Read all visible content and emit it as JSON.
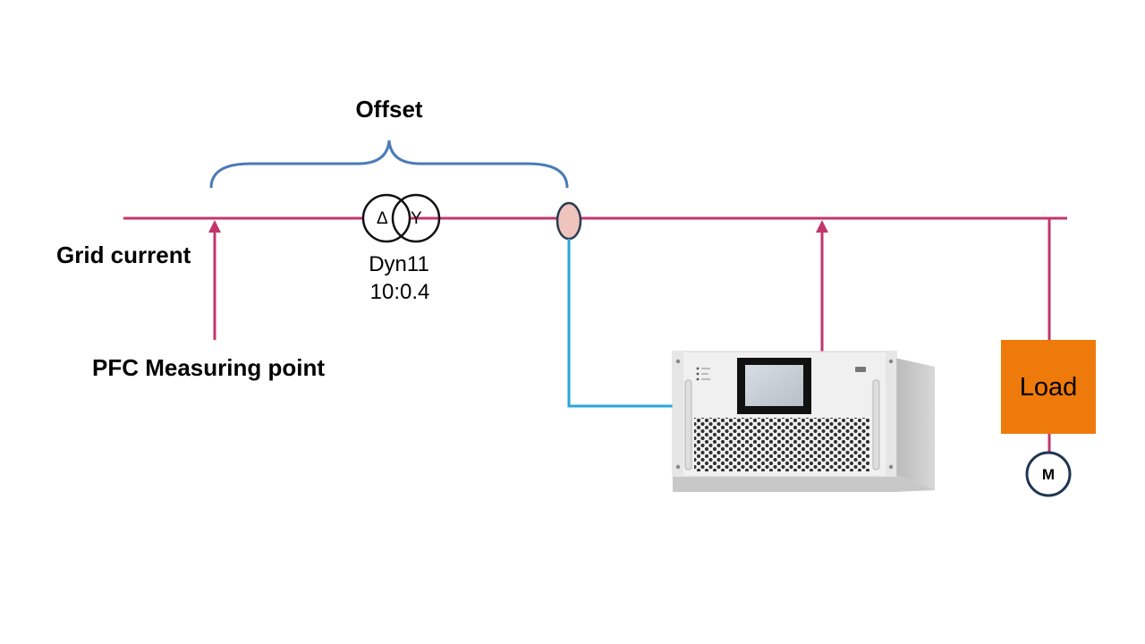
{
  "labels": {
    "offset": "Offset",
    "grid_current": "Grid current",
    "pfc_measuring_point": "PFC Measuring point",
    "transformer_connection": "Dyn11",
    "transformer_ratio": "10:0.4",
    "load": "Load",
    "motor": "M",
    "delta_symbol": "Δ",
    "wye_symbol": "Y"
  },
  "colors": {
    "grid_line": "#c2366d",
    "offset_brace": "#4a7bb8",
    "compensator_link": "#28a8d8",
    "current_transformer_fill": "#efc4bc",
    "current_transformer_outline": "#2a3b52",
    "load_box": "#ee7a0c",
    "motor_outline": "#1f3552"
  },
  "icons": {
    "compensator_device": "rack-mount-power-quality-device",
    "motor": "motor-circle-icon",
    "transformer": "transformer-delta-wye-icon",
    "current_sensor": "current-transformer-icon"
  }
}
